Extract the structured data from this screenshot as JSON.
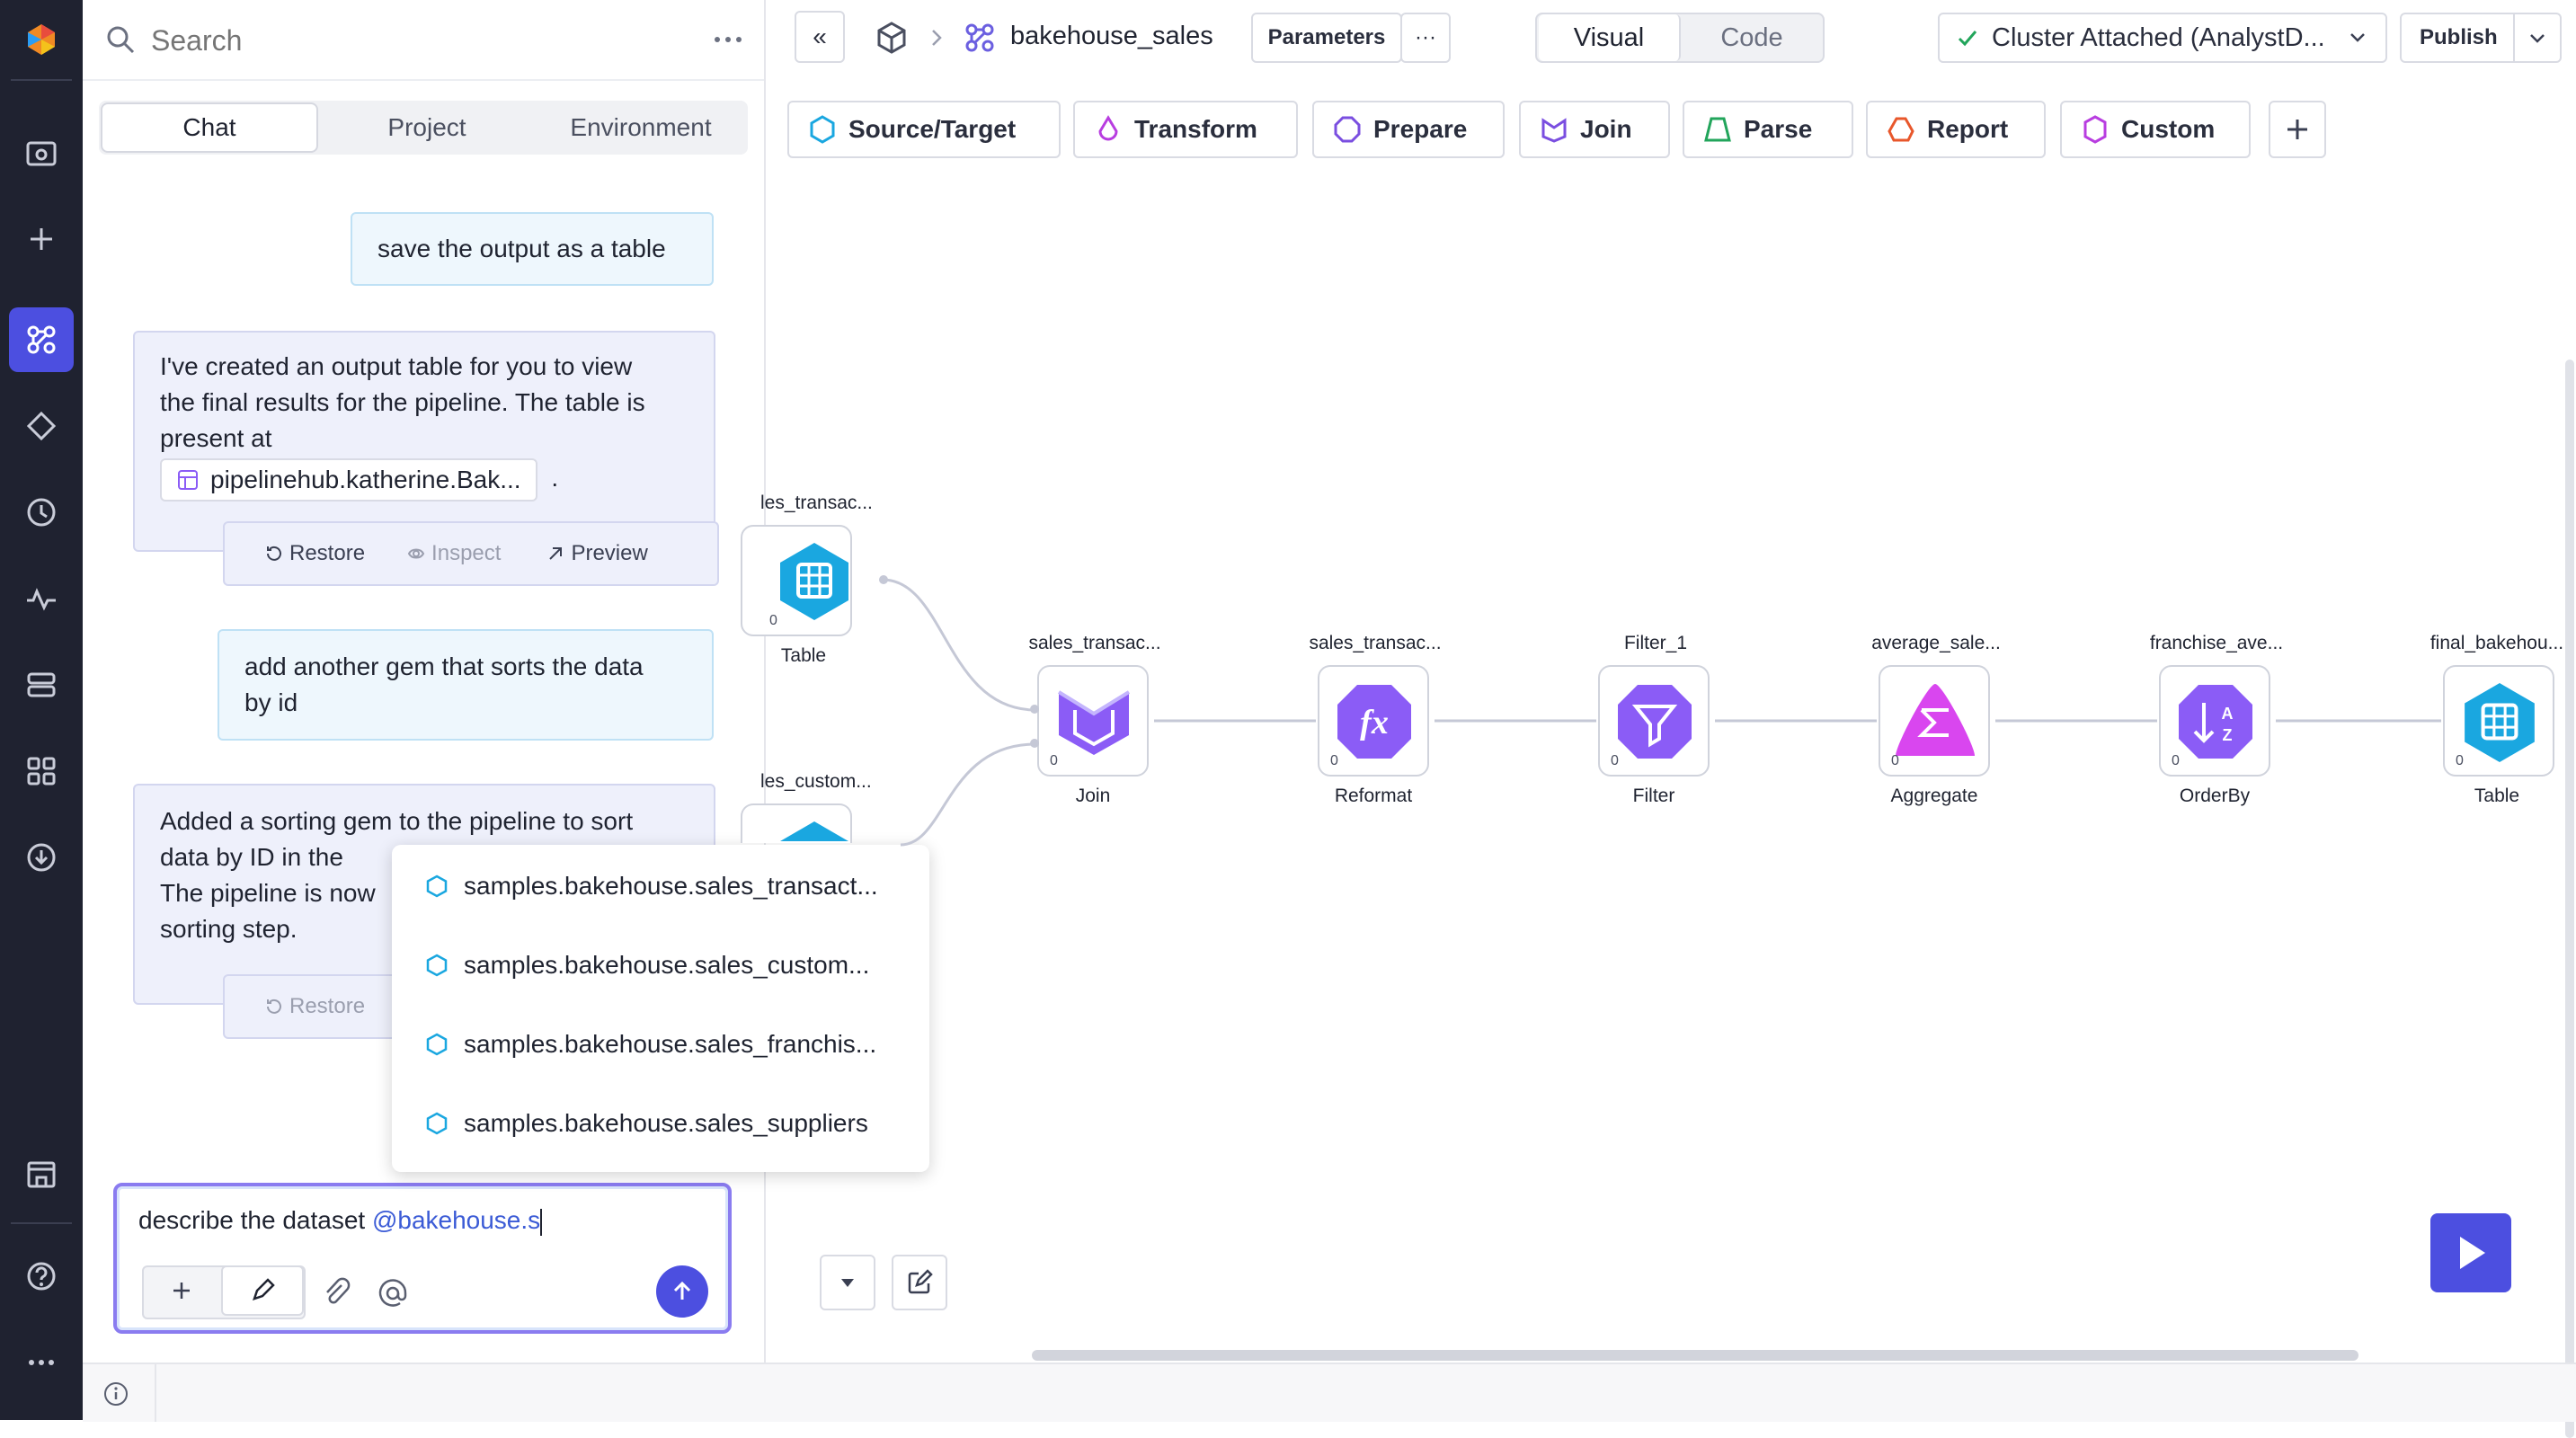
{
  "search": {
    "placeholder": "Search"
  },
  "tabs": [
    "Chat",
    "Project",
    "Environment"
  ],
  "messages": {
    "m1": "save the output as a table",
    "m2_line1": "I've created an output table for you to view",
    "m2_line2": "the final results for the pipeline. The table is",
    "m2_line3": "present at",
    "m2_chip": "pipelinehub.katherine.Bak...",
    "m2_dot": ".",
    "m3_line1": "add another gem that sorts the data",
    "m3_line2": "by id",
    "m4_line1": "Added a sorting gem to the pipeline to sort",
    "m4_line2": "data by ID in the",
    "m4_line3": "The pipeline is now",
    "m4_line4": "sorting step."
  },
  "actions": {
    "restore": "Restore",
    "inspect": "Inspect",
    "preview": "Preview"
  },
  "input": {
    "text_plain": "describe the dataset ",
    "text_mention": "@bakehouse.s"
  },
  "popup": [
    "samples.bakehouse.sales_transact...",
    "samples.bakehouse.sales_custom...",
    "samples.bakehouse.sales_franchis...",
    "samples.bakehouse.sales_suppliers"
  ],
  "topbar": {
    "collapse": "«",
    "pipeline_name": "bakehouse_sales",
    "parameters": "Parameters",
    "more": "···",
    "visual": "Visual",
    "code": "Code",
    "cluster": "Cluster Attached (AnalystD...",
    "publish": "Publish"
  },
  "gems": [
    "Source/Target",
    "Transform",
    "Prepare",
    "Join",
    "Parse",
    "Report",
    "Custom"
  ],
  "nodes": [
    {
      "top": "les_transac...",
      "bottom": "Table"
    },
    {
      "top": "les_custom...",
      "bottom": ""
    },
    {
      "top": "sales_transac...",
      "bottom": "Join"
    },
    {
      "top": "sales_transac...",
      "bottom": "Reformat"
    },
    {
      "top": "Filter_1",
      "bottom": "Filter"
    },
    {
      "top": "average_sale...",
      "bottom": "Aggregate"
    },
    {
      "top": "franchise_ave...",
      "bottom": "OrderBy"
    },
    {
      "top": "final_bakehou...",
      "bottom": "Table"
    }
  ],
  "port_zero": "0",
  "colors": {
    "accent": "#4c4fe0",
    "rail": "#1f2230",
    "teal": "#1aa7e0",
    "purple": "#8b5cf6",
    "magenta": "#d946ef"
  }
}
